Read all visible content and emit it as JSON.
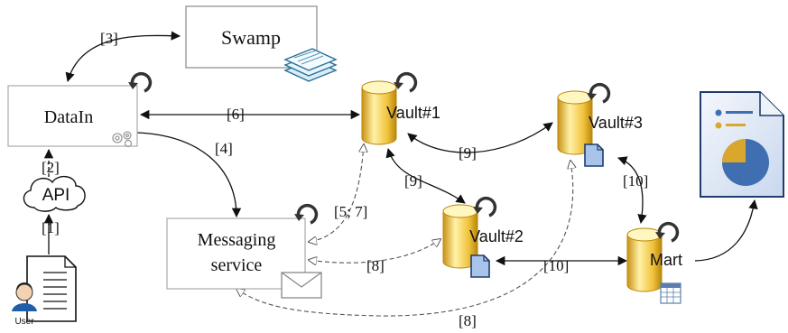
{
  "nodes": {
    "swamp": "Swamp",
    "datain": "DataIn",
    "api": "API",
    "messaging_line1": "Messaging",
    "messaging_line2": "service",
    "vault1": "Vault#1",
    "vault2": "Vault#2",
    "vault3": "Vault#3",
    "mart": "Mart",
    "user": "User"
  },
  "edges": {
    "e1": "[1]",
    "e2": "[2]",
    "e3": "[3]",
    "e4": "[4]",
    "e6": "[6]",
    "e57": "[5; 7]",
    "e8a": "[8]",
    "e8b": "[8]",
    "e9a": "[9]",
    "e9b": "[9]",
    "e10a": "[10]",
    "e10b": "[10]"
  },
  "colors": {
    "cylinder_light": "#fff4b0",
    "cylinder_mid": "#f2c53d",
    "cylinder_dark": "#b8860b",
    "chart_blue": "#3f6fb0",
    "chart_gold": "#d9a72e",
    "doc_bg": "#dfe8f5"
  }
}
